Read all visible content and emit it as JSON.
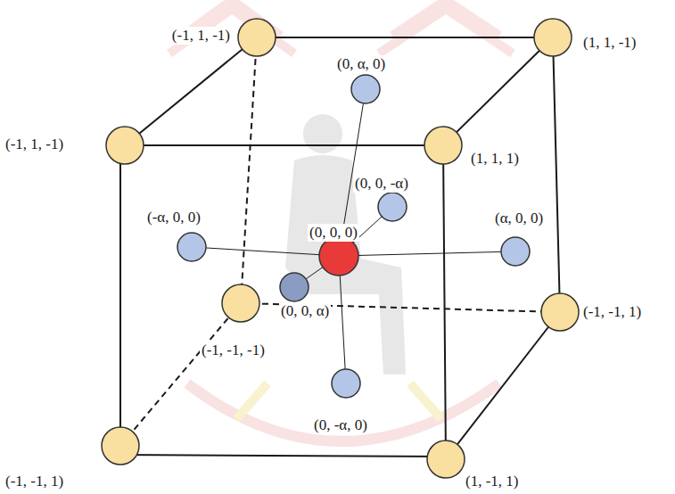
{
  "diagram": {
    "labels": [
      "(-1, 1, -1)",
      "(1, 1, -1)",
      "(0, α, 0)",
      "(-1, 1, -1)",
      "(1, 1, 1)",
      "(0, 0, -α)",
      "(-α, 0, 0)",
      "(0, 0, 0)",
      "(α, 0, 0)",
      "(-1, -1, 1)",
      "(0, 0, α)",
      "(-1, -1, -1)",
      "(0, -α, 0)",
      "(-1, -1, 1)",
      "(1, -1, 1)"
    ]
  }
}
